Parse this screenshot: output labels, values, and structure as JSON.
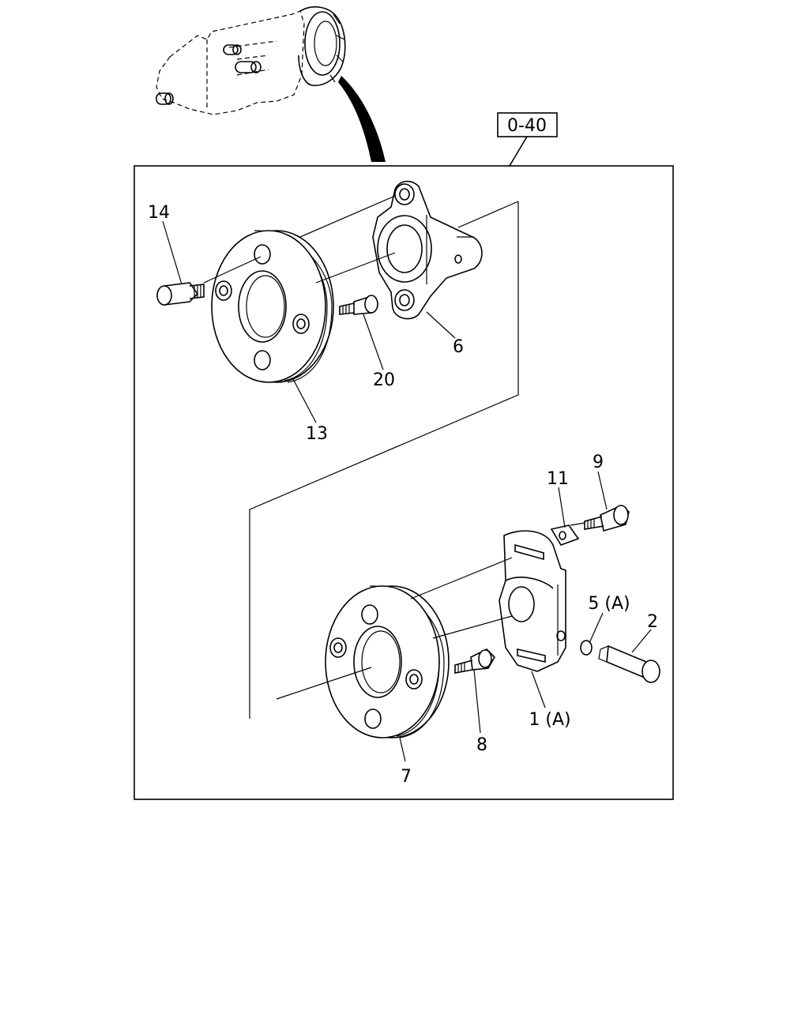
{
  "reference_box": "0-40",
  "callouts": {
    "c14": "14",
    "c6": "6",
    "c20": "20",
    "c13": "13",
    "c11": "11",
    "c9": "9",
    "c5a": "5 (A)",
    "c2": "2",
    "c1a": "1 (A)",
    "c8": "8",
    "c7": "7"
  }
}
